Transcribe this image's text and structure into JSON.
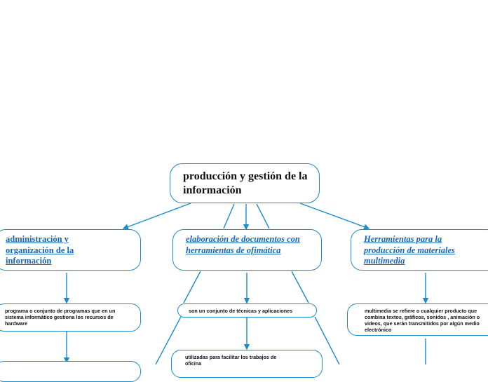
{
  "root": {
    "text": "producción y gestión de la información"
  },
  "branches": [
    {
      "title": "administración y organización de la información",
      "children": [
        "programa o conjunto de programas que en un sistema informático gestiona los recursos de hardware"
      ]
    },
    {
      "title": "elaboración de documentos con herramientas de ofimática",
      "children": [
        "son un conjunto de técnicas y aplicaciones",
        "utilizadas para facilitar los trabajos de oficina"
      ]
    },
    {
      "title": "Herramientas para la producción de materiales multimedia",
      "children": [
        "multimedia se refiere o cualquier producto que combina textos, gráficos, sonidos , animación o videos, que serán  transmitidos por algún medio electrónico"
      ]
    }
  ],
  "colors": {
    "line": "#1a8ccc",
    "border": "#1a8ccc",
    "heading": "#1565c0"
  }
}
